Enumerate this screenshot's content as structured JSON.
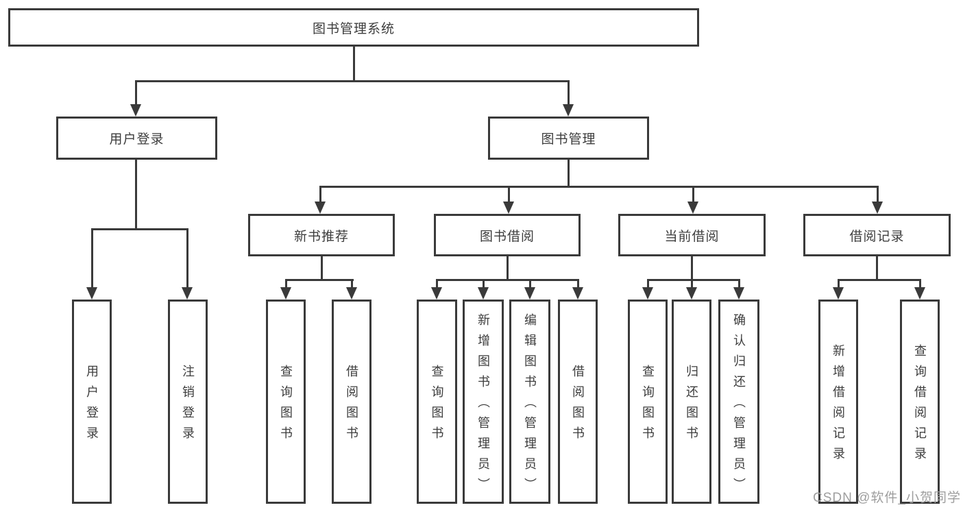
{
  "diagram": {
    "root": {
      "label": "图书管理系统"
    },
    "level2": [
      {
        "label": "用户登录"
      },
      {
        "label": "图书管理"
      }
    ],
    "level3": [
      {
        "label": "新书推荐"
      },
      {
        "label": "图书借阅"
      },
      {
        "label": "当前借阅"
      },
      {
        "label": "借阅记录"
      }
    ],
    "leaves": {
      "login": [
        {
          "label": "用户登录"
        },
        {
          "label": "注销登录"
        }
      ],
      "recommend": [
        {
          "label": "查询图书"
        },
        {
          "label": "借阅图书"
        }
      ],
      "borrow": [
        {
          "label": "查询图书"
        },
        {
          "label": "新增图书（管理员）"
        },
        {
          "label": "编辑图书（管理员）"
        },
        {
          "label": "借阅图书"
        }
      ],
      "current": [
        {
          "label": "查询图书"
        },
        {
          "label": "归还图书"
        },
        {
          "label": "确认归还（管理员）"
        }
      ],
      "records": [
        {
          "label": "新增借阅记录"
        },
        {
          "label": "查询借阅记录"
        }
      ]
    }
  },
  "watermark": {
    "text": "CSDN @软件_小贺同学"
  },
  "colors": {
    "line": "#3a3a3a",
    "text": "#3d3d3d",
    "watermark": "#9e9e9e",
    "background": "#ffffff"
  }
}
